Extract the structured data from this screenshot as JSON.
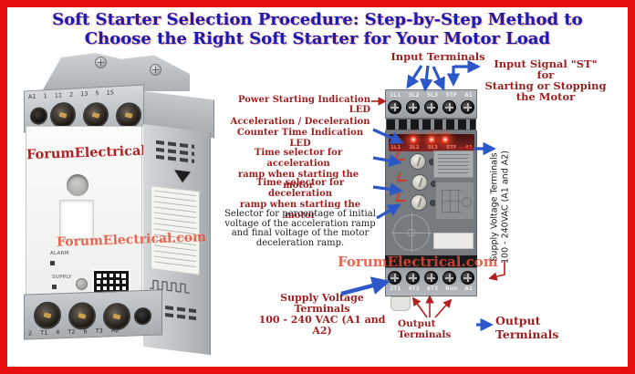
{
  "title": {
    "line1": "Soft Starter Selection Procedure: Step-by-Step Method to",
    "line2": "Choose the Right Soft Starter for Your Motor Load"
  },
  "annotations": {
    "input_terminals": "Input Terminals",
    "input_signal_lines": [
      "Input Signal \"ST\" for",
      "Starting or Stopping",
      "the Motor"
    ],
    "power_led": "Power Starting Indication LED",
    "accel_led_lines": [
      "Acceleration / Deceleration",
      "Counter Time Indication LED"
    ],
    "time_accel_lines": [
      "Time selector for acceleration",
      "ramp when starting the motor"
    ],
    "time_decel_lines": [
      "Time selector for deceleration",
      "ramp when starting the motor"
    ],
    "selector_lines": [
      "Selector for percentage of initial",
      "voltage of the acceleration ramp",
      "and final voltage of the motor",
      "deceleration ramp."
    ],
    "supply_bottom_lines": [
      "Supply Voltage",
      "Terminals",
      "100 - 240 VAC (A1 and A2)"
    ],
    "supply_side_lines": [
      "Supply Voltage Terminals",
      "100 - 240VAC (A1 and A2)"
    ],
    "output_terminals_small": "Output Terminals",
    "output_terminals_large": "Output Terminals"
  },
  "left_device": {
    "brand": "ForumElectrical",
    "top_terminal_labels": [
      "A1",
      "1",
      "11",
      "2",
      "13",
      "5",
      "15"
    ],
    "alarm_label": "ALARM",
    "supply_label": "SUPPLY",
    "bottom_terminal_labels": [
      "2",
      "T1",
      "4",
      "T2",
      "6",
      "T3",
      "A2"
    ],
    "watermark": "ForumElectrical.com"
  },
  "right_device": {
    "top_terminal_labels": [
      "1L1",
      "3L2",
      "5L3",
      "STF",
      "A1"
    ],
    "led_strip_labels": [
      "1L1",
      "3L2",
      "5L3",
      "STF",
      "A1"
    ],
    "bottom_terminal_labels": [
      "2T1",
      "4T2",
      "6T3",
      "Run",
      "A2"
    ],
    "watermark": "ForumElectrical.com"
  },
  "colors": {
    "frame_border": "#e8100e",
    "title_blue": "#1b1bb0",
    "label_dark_red": "#9e1f1f",
    "arrow_blue": "#2b57c8",
    "arrow_red": "#b2211f",
    "watermark_red": "#e74c34",
    "led_red": "#ff3820"
  }
}
